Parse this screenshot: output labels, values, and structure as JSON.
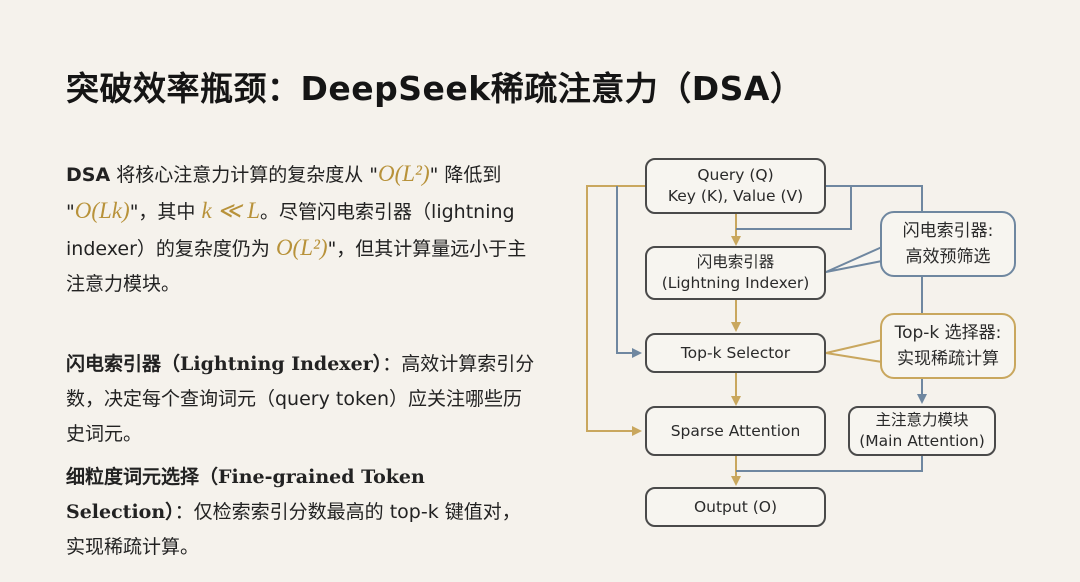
{
  "title": "突破效率瓶颈：DeepSeek稀疏注意力（DSA）",
  "intro": {
    "lead": "DSA",
    "t1": " 将核心注意力计算的复杂度从 \"",
    "m1": "O(L²)",
    "t2": "\" 降低到 \"",
    "m2": "O(Lk)",
    "t3": "\"，其中 ",
    "m3": "k ≪ L",
    "t4": "。尽管闪电索引器（lightning indexer）的复杂度仍为 ",
    "m4": "O(L²)",
    "t5": "\"，但其计算量远小于主注意力模块。"
  },
  "points": [
    {
      "heading_cn": "闪电索引器",
      "heading_en": "（Lightning Indexer）",
      "body": "：高效计算索引分数，决定每个查询词元（query token）应关注哪些历史词元。"
    },
    {
      "heading_cn": "细粒度词元选择",
      "heading_en": "（Fine-grained Token Selection）",
      "body": "：仅检索索引分数最高的 top-k 键值对，实现稀疏计算。"
    }
  ],
  "diagram": {
    "nodes": {
      "qkv": [
        "Query (Q)",
        "Key (K), Value (V)"
      ],
      "indexer": [
        "闪电索引器",
        "(Lightning Indexer)"
      ],
      "topk": [
        "Top-k Selector"
      ],
      "sparse": [
        "Sparse Attention"
      ],
      "main": [
        "主注意力模块",
        "(Main Attention)"
      ],
      "output": [
        "Output (O)"
      ]
    },
    "callouts": {
      "indexer": [
        "闪电索引器:",
        "高效预筛选"
      ],
      "topk": [
        "Top-k 选择器:",
        "实现稀疏计算"
      ]
    },
    "colors": {
      "gold": "#c9a75e",
      "blue": "#6f87a0",
      "box_border": "#4a4a4a"
    }
  }
}
